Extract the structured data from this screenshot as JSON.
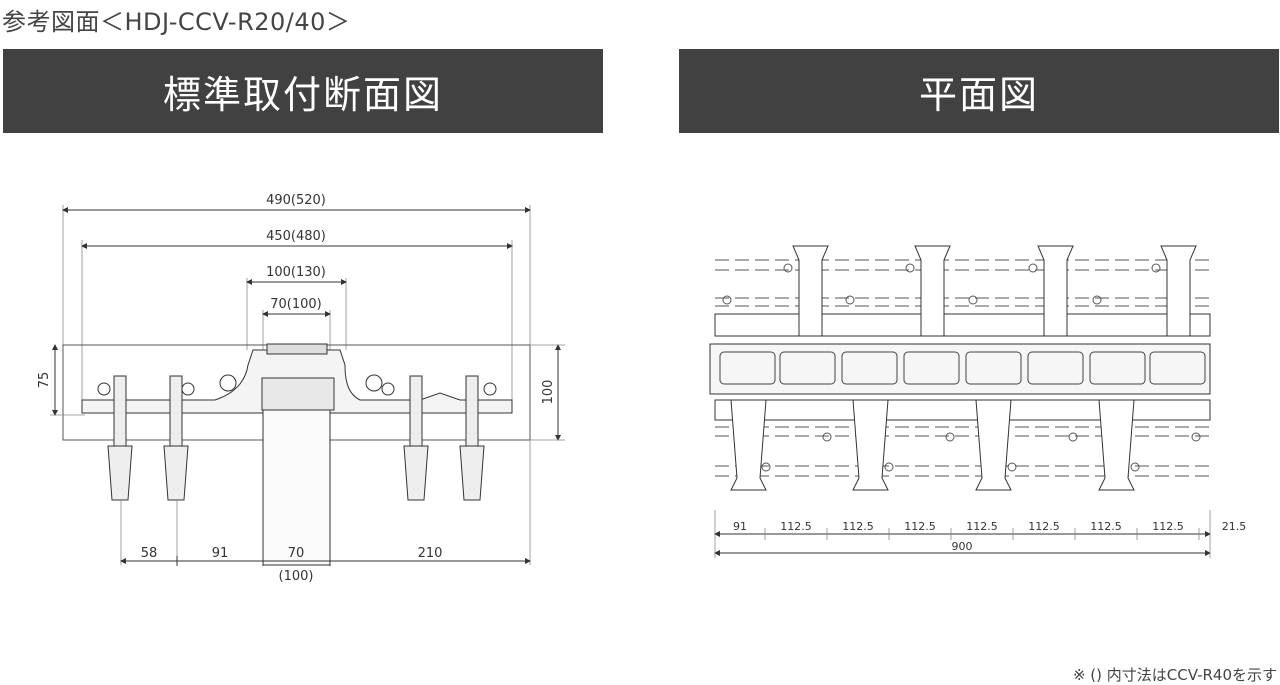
{
  "page": {
    "title": "参考図面＜HDJ-CCV-R20/40＞",
    "footnote": "※ () 内寸法はCCV-R40を示す"
  },
  "panels": {
    "section": {
      "title": "標準取付断面図",
      "dims": {
        "overall": "490(520)",
        "inner": "450(480)",
        "middle": "100(130)",
        "small": "70(100)",
        "height_left": "75",
        "height_right": "100",
        "b1": "58",
        "b2": "91",
        "b3": "70",
        "b3_alt": "(100)",
        "b4": "210"
      }
    },
    "plan": {
      "title": "平面図",
      "dims": {
        "s1": "91",
        "s2": "112.5",
        "s3": "112.5",
        "s4": "112.5",
        "s5": "112.5",
        "s6": "112.5",
        "s7": "112.5",
        "s8": "112.5",
        "s9": "21.5",
        "total": "900"
      }
    }
  }
}
